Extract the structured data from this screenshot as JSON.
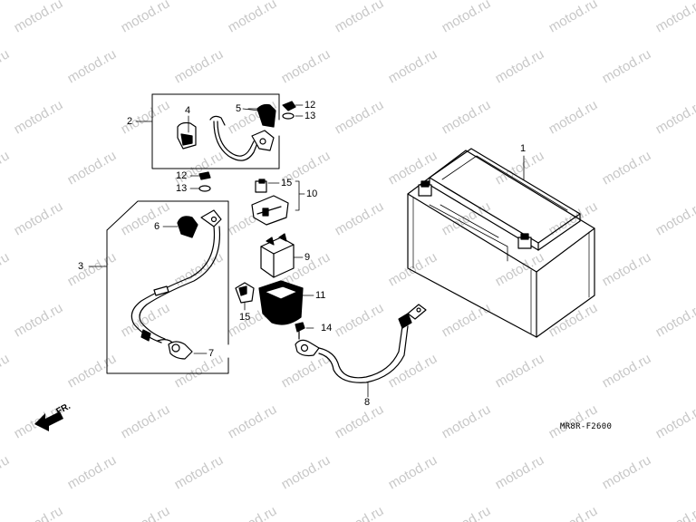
{
  "watermark": {
    "text": "motod.ru",
    "color": "#c8c8c8"
  },
  "callouts": {
    "c1": "1",
    "c2": "2",
    "c3": "3",
    "c4": "4",
    "c5": "5",
    "c6": "6",
    "c7": "7",
    "c8": "8",
    "c9": "9",
    "c10": "10",
    "c11": "11",
    "c12a": "12",
    "c13a": "13",
    "c12b": "12",
    "c13b": "13",
    "c14": "14",
    "c15a": "15",
    "c15b": "15"
  },
  "front_arrow_label": "FR.",
  "diagram_code": "MR8R-F2600",
  "line_color": "#000000"
}
